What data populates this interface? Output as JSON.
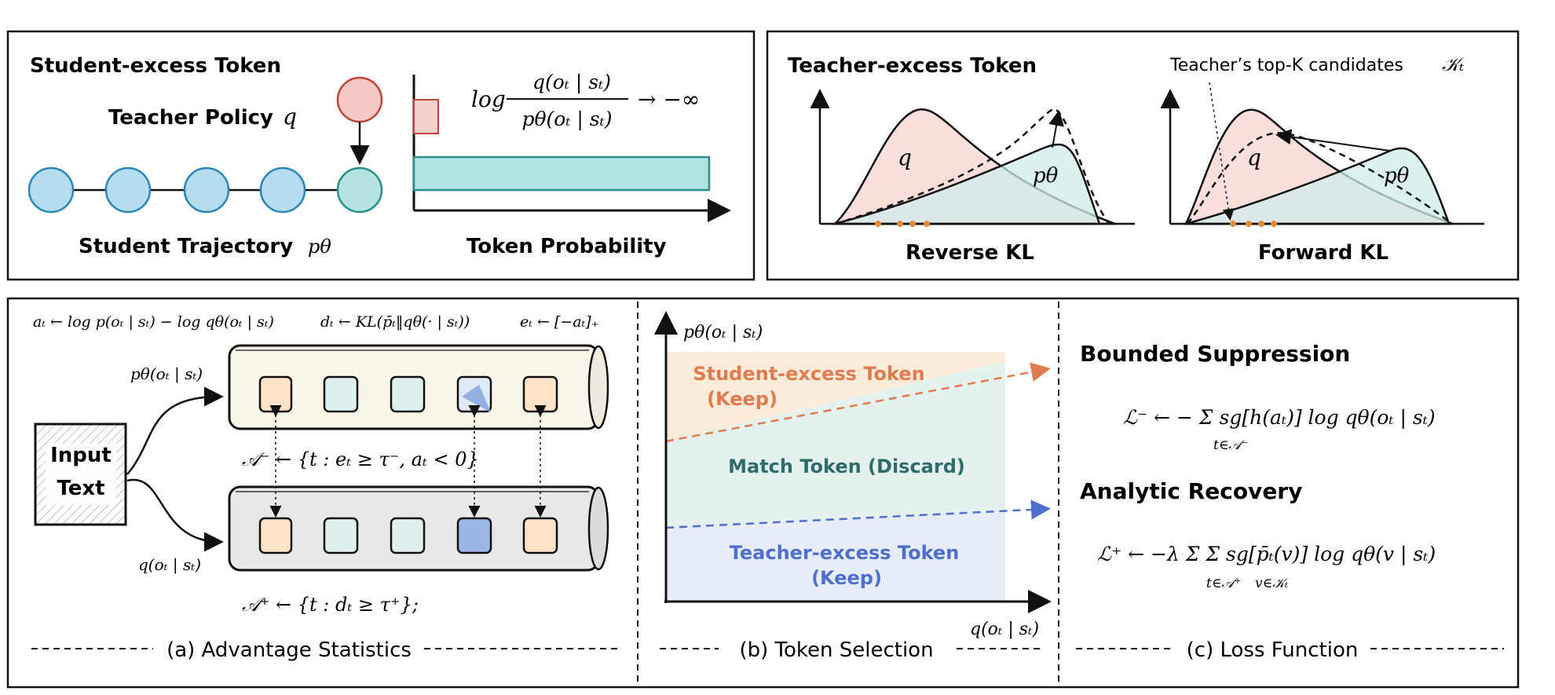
{
  "panel_top_left": {
    "title": "Student-excess Token",
    "teacher_label": "Teacher Policy",
    "teacher_symbol": "q",
    "student_label": "Student Trajectory",
    "student_symbol": "pθ",
    "formula_log": "log",
    "formula_num": "q(oₜ | sₜ)",
    "formula_den": "pθ(oₜ | sₜ)",
    "formula_limit": "→ −∞",
    "axis_label": "Token Probability"
  },
  "panel_top_right": {
    "title": "Teacher-excess Token",
    "topk_label": "Teacher’s top-K candidates",
    "topk_symbol": "𝒦ₜ",
    "reverse_q": "q",
    "reverse_p": "pθ",
    "reverse_caption": "Reverse KL",
    "forward_q": "q",
    "forward_p": "pθ",
    "forward_caption": "Forward KL"
  },
  "panel_a": {
    "formula_a": "aₜ ← log p(oₜ | sₜ) − log qθ(oₜ | sₜ)",
    "formula_d": "dₜ ← KL(p̄ₜ‖qθ(· | sₜ))",
    "formula_e": "eₜ ← [−aₜ]₊",
    "p_label": "pθ(oₜ | sₜ)",
    "q_label": "q(oₜ | sₜ)",
    "input_line1": "Input",
    "input_line2": "Text",
    "set_minus": "𝒜⁻ ← {t : eₜ ≥ τ⁻, aₜ < 0}",
    "set_plus": "𝒜⁺ ← {t : dₜ ≥ τ⁺};",
    "caption": "(a) Advantage Statistics"
  },
  "panel_b": {
    "y_label": "pθ(oₜ | sₜ)",
    "x_label": "q(oₜ | sₜ)",
    "student_line1": "Student-excess Token",
    "student_line2": "(Keep)",
    "match": "Match Token (Discard)",
    "teacher_line1": "Teacher-excess Token",
    "teacher_line2": "(Keep)",
    "caption": "(b) Token Selection"
  },
  "panel_c": {
    "bounded_title": "Bounded Suppression",
    "bounded_formula": "ℒ⁻ ← − Σ sg[h(aₜ)] log qθ(oₜ | sₜ)",
    "bounded_sub": "t∈𝒜⁻",
    "analytic_title": "Analytic Recovery",
    "analytic_formula": "ℒ⁺ ← −λ Σ Σ sg[p̄ₜ(v)] log qθ(v | sₜ)",
    "analytic_sub1": "t∈𝒜⁺",
    "analytic_sub2": "v∈𝒦ₜ",
    "caption": "(c) Loss Function"
  },
  "colors": {
    "student_node": "#b6dcef",
    "teacher_node": "#f6c9c6",
    "current_node": "#b4e3e1",
    "teal_bar": "#b2e4e3",
    "orange": "#e07b4f",
    "blue": "#4f6fd0",
    "match_green": "#2f6b68"
  }
}
